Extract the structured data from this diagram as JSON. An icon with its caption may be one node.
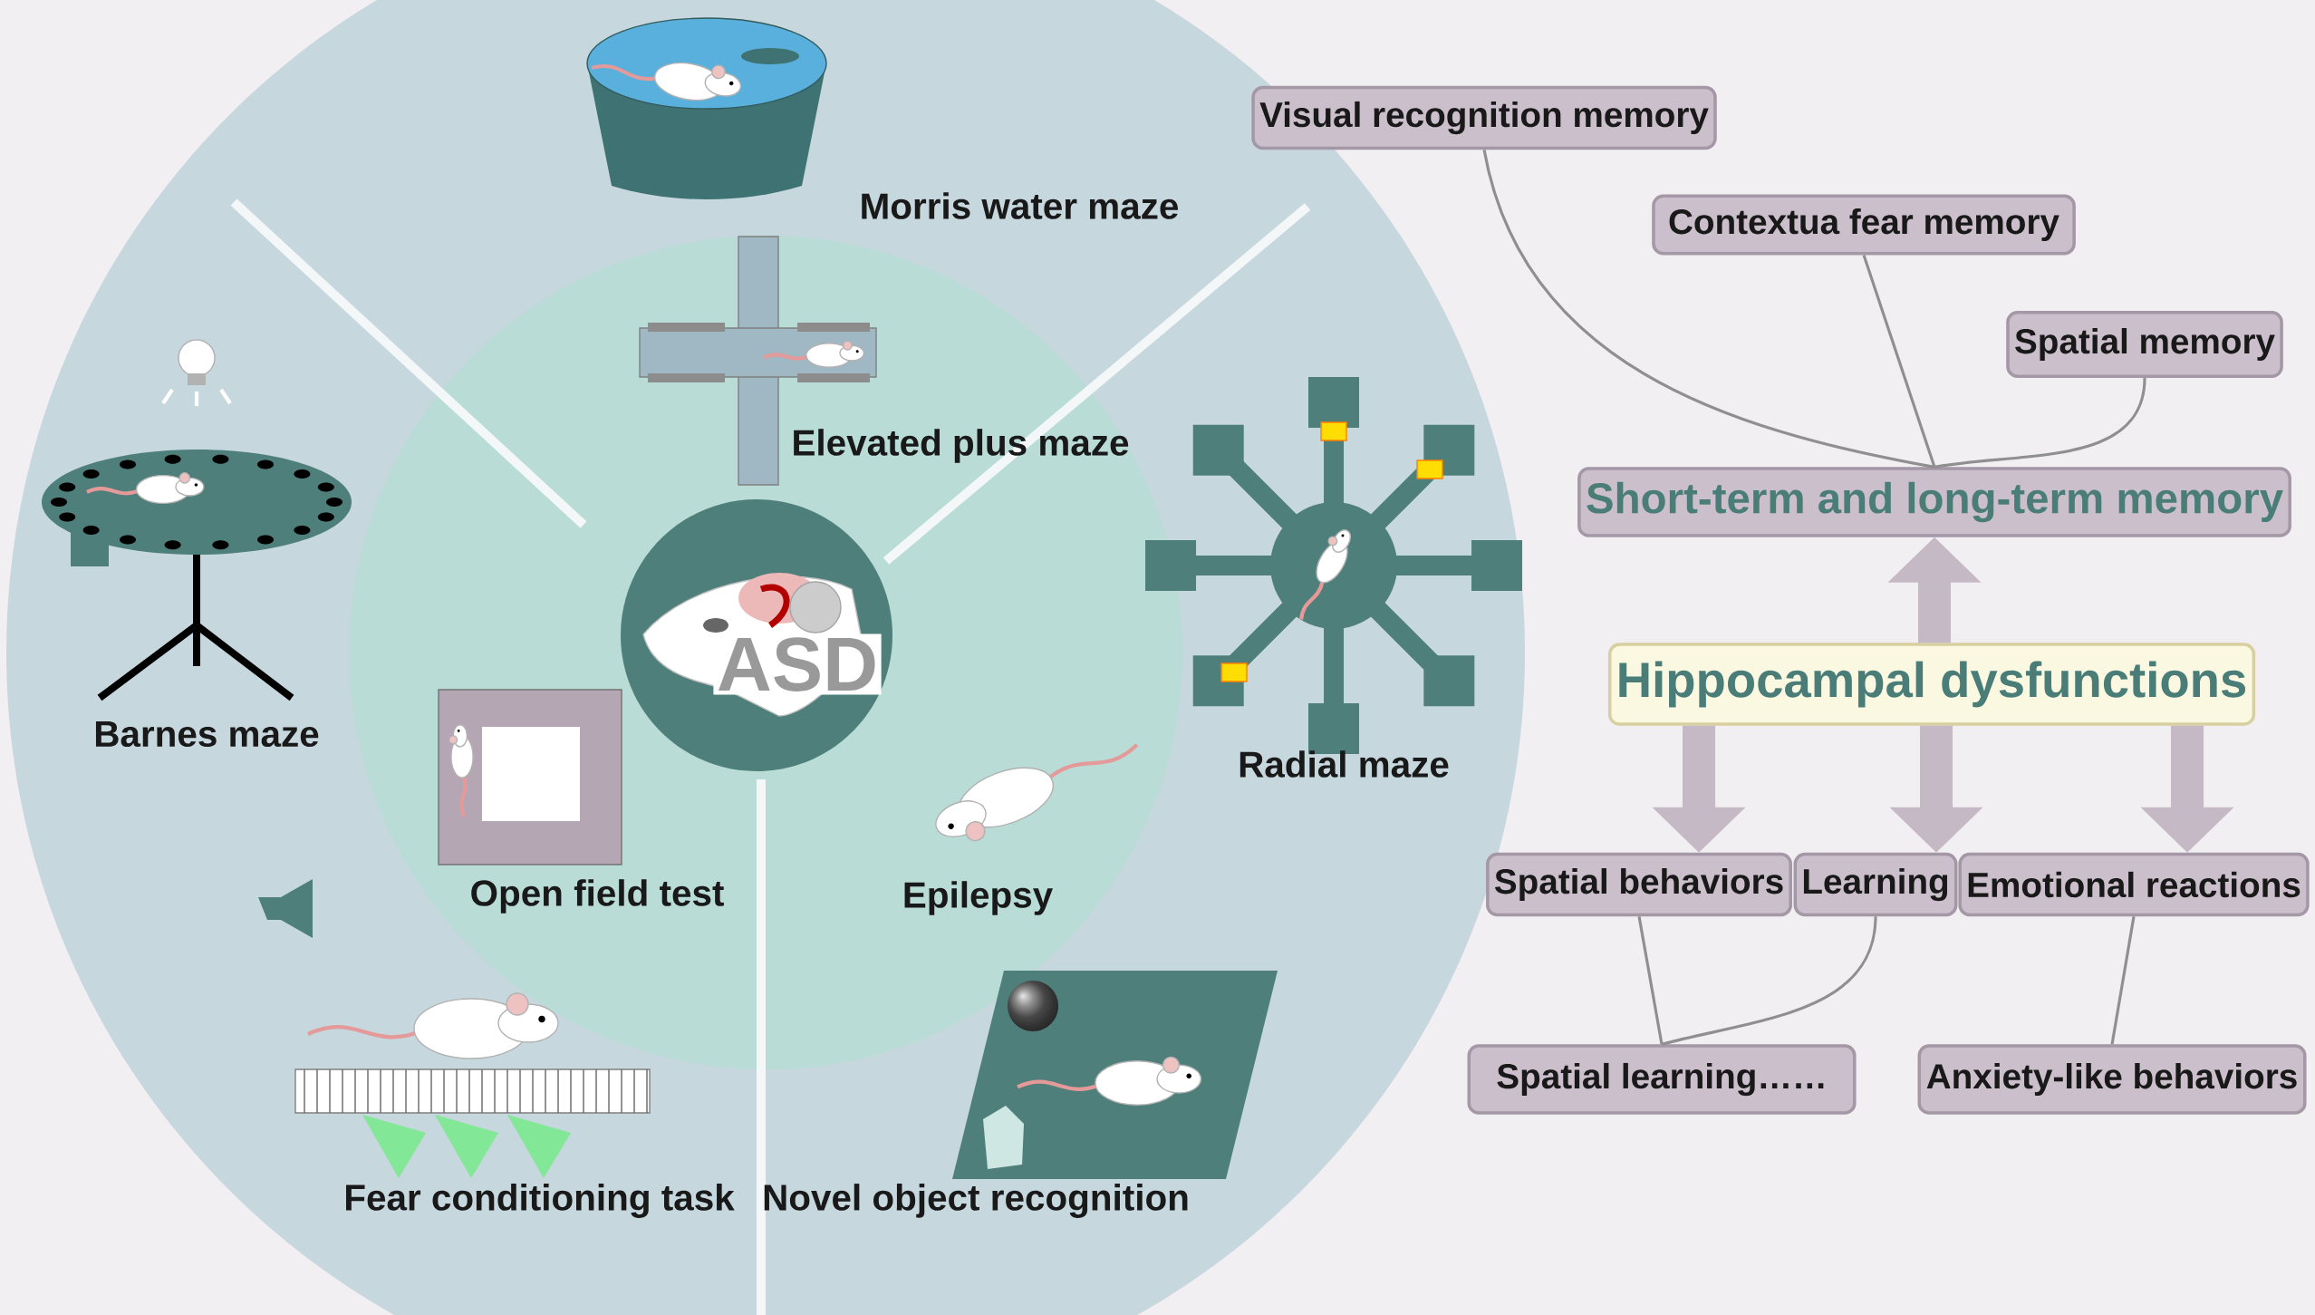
{
  "diagram": {
    "nodes": [
      {
        "text": [
          "Visual recognition memory"
        ]
      },
      {
        "text": [
          "Contextua fear memory"
        ]
      },
      {
        "text": [
          "Spatial memory"
        ]
      },
      {
        "text": [
          "Short-term and long-term memory"
        ]
      },
      {
        "text": [
          "Hippocampal dysfunctions"
        ]
      },
      {
        "text": [
          "Spatial behaviors"
        ]
      },
      {
        "text": [
          "Learning"
        ]
      },
      {
        "text": [
          "Emotional reactions"
        ]
      },
      {
        "text": [
          "Spatial learning……"
        ]
      },
      {
        "text": [
          "Anxiety-like behaviors"
        ]
      }
    ],
    "edges": [
      {
        "from": 0,
        "to": 3,
        "arrow": "none"
      },
      {
        "from": 1,
        "to": 3,
        "arrow": "none"
      },
      {
        "from": 2,
        "to": 3,
        "arrow": "none"
      },
      {
        "from": 4,
        "to": 3,
        "arrow": "to",
        "style": "thick"
      },
      {
        "from": 4,
        "to": 5,
        "arrow": "to",
        "style": "thick"
      },
      {
        "from": 4,
        "to": 6,
        "arrow": "to",
        "style": "thick"
      },
      {
        "from": 4,
        "to": 7,
        "arrow": "to",
        "style": "thick"
      },
      {
        "from": 5,
        "to": 8,
        "arrow": "none"
      },
      {
        "from": 6,
        "to": 8,
        "arrow": "none"
      },
      {
        "from": 7,
        "to": 9,
        "arrow": "none"
      }
    ],
    "labels": [
      "Morris water maze",
      "Elevated plus maze",
      "Barnes maze",
      "Radial maze",
      "ASD",
      "Open field test",
      "Epilepsy",
      "Fear conditioning task",
      "Novel object recognition"
    ]
  }
}
